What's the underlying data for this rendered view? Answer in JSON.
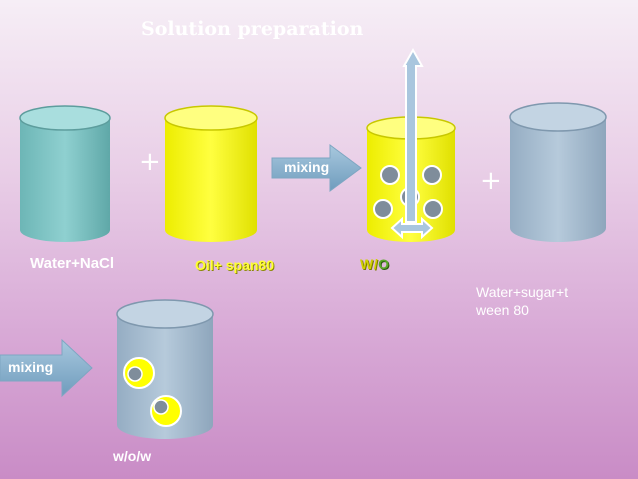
{
  "title": "Solution preparation",
  "labels": {
    "water_nacl": "Water+NaCl",
    "oil_span": "Oil+ span80",
    "wo_w": "W/",
    "wo_o": "O",
    "water_sugar": "Water+sugar+t\nween 80",
    "wow": "w/o/w"
  },
  "operators": {
    "plus1": "+",
    "plus2": "+"
  },
  "arrows": {
    "mixing1": "mixing",
    "mixing2": "mixing"
  },
  "colors": {
    "teal_container": "#7fc3c3",
    "yellow_container": "#ffff00",
    "blue_container": "#a9bfd3",
    "arrow_fill": "#8ab3cf",
    "droplet_gray": "#7f8d9b"
  }
}
